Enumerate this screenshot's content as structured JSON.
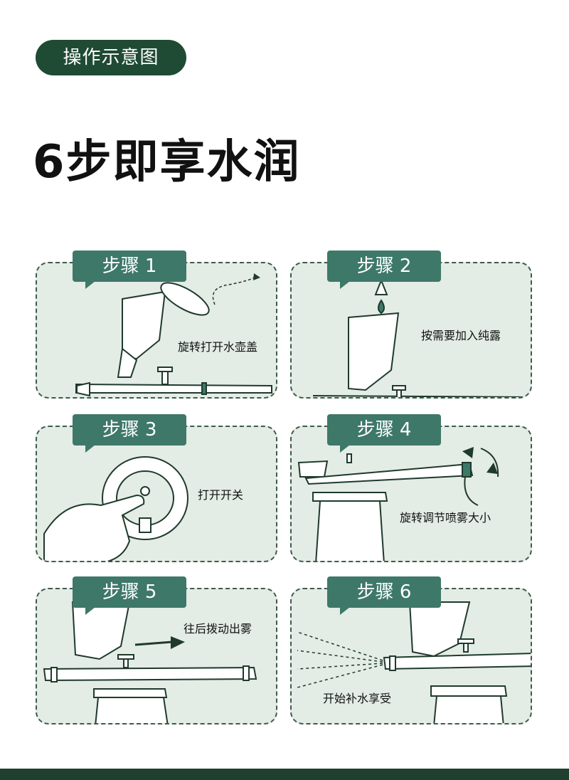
{
  "header": {
    "pill_label": "操作示意图",
    "headline": "6步即享水润"
  },
  "colors": {
    "dark_green": "#1f4a33",
    "tag_green": "#3e7868",
    "card_bg": "#e3ece5",
    "footer": "#1f3f30"
  },
  "steps": [
    {
      "label": "步骤 1",
      "caption": "旋转打开水壶盖"
    },
    {
      "label": "步骤 2",
      "caption": "按需要加入纯露"
    },
    {
      "label": "步骤 3",
      "caption": "打开开关"
    },
    {
      "label": "步骤 4",
      "caption": "旋转调节喷雾大小"
    },
    {
      "label": "步骤 5",
      "caption": "往后拨动出雾"
    },
    {
      "label": "步骤 6",
      "caption": "开始补水享受"
    }
  ]
}
